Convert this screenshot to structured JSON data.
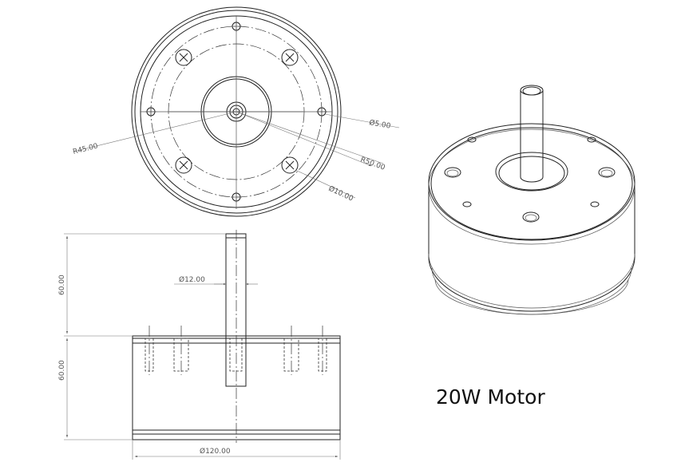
{
  "title": "20W Motor",
  "dimensions": {
    "hole_dia": "Ø5.00",
    "radius_outer": "R50.00",
    "radius_inner": "R45.00",
    "boss_dia": "Ø10.00",
    "shaft_dia": "Ø12.00",
    "shaft_height": "60.00",
    "body_height": "60.00",
    "body_dia": "Ø120.00"
  }
}
